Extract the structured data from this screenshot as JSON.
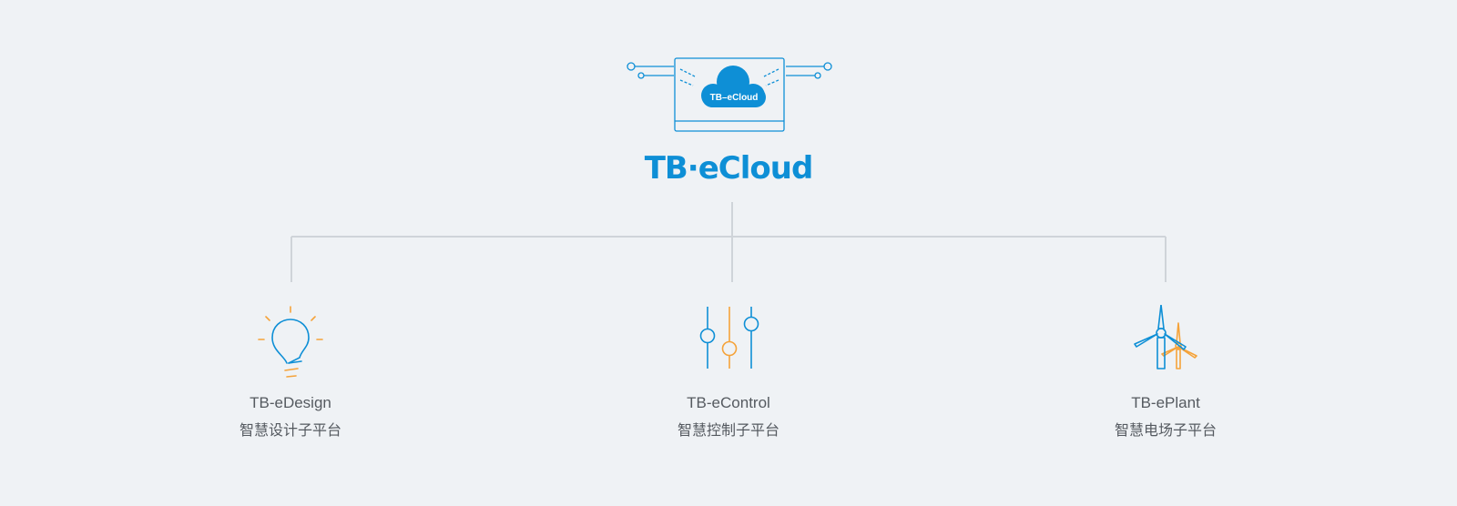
{
  "colors": {
    "brand": "#0e8fd6",
    "accent": "#f5a33a",
    "line": "#cfd4d9",
    "text": "#555a60"
  },
  "hero": {
    "cloud_label": "TB–eCloud",
    "logo_text": "TB·eCloud",
    "icon": "cloud-server-icon"
  },
  "platforms": [
    {
      "name": "TB-eDesign",
      "desc": "智慧设计子平台",
      "icon": "lightbulb-icon"
    },
    {
      "name": "TB-eControl",
      "desc": "智慧控制子平台",
      "icon": "sliders-icon"
    },
    {
      "name": "TB-ePlant",
      "desc": "智慧电场子平台",
      "icon": "wind-turbine-icon"
    }
  ]
}
